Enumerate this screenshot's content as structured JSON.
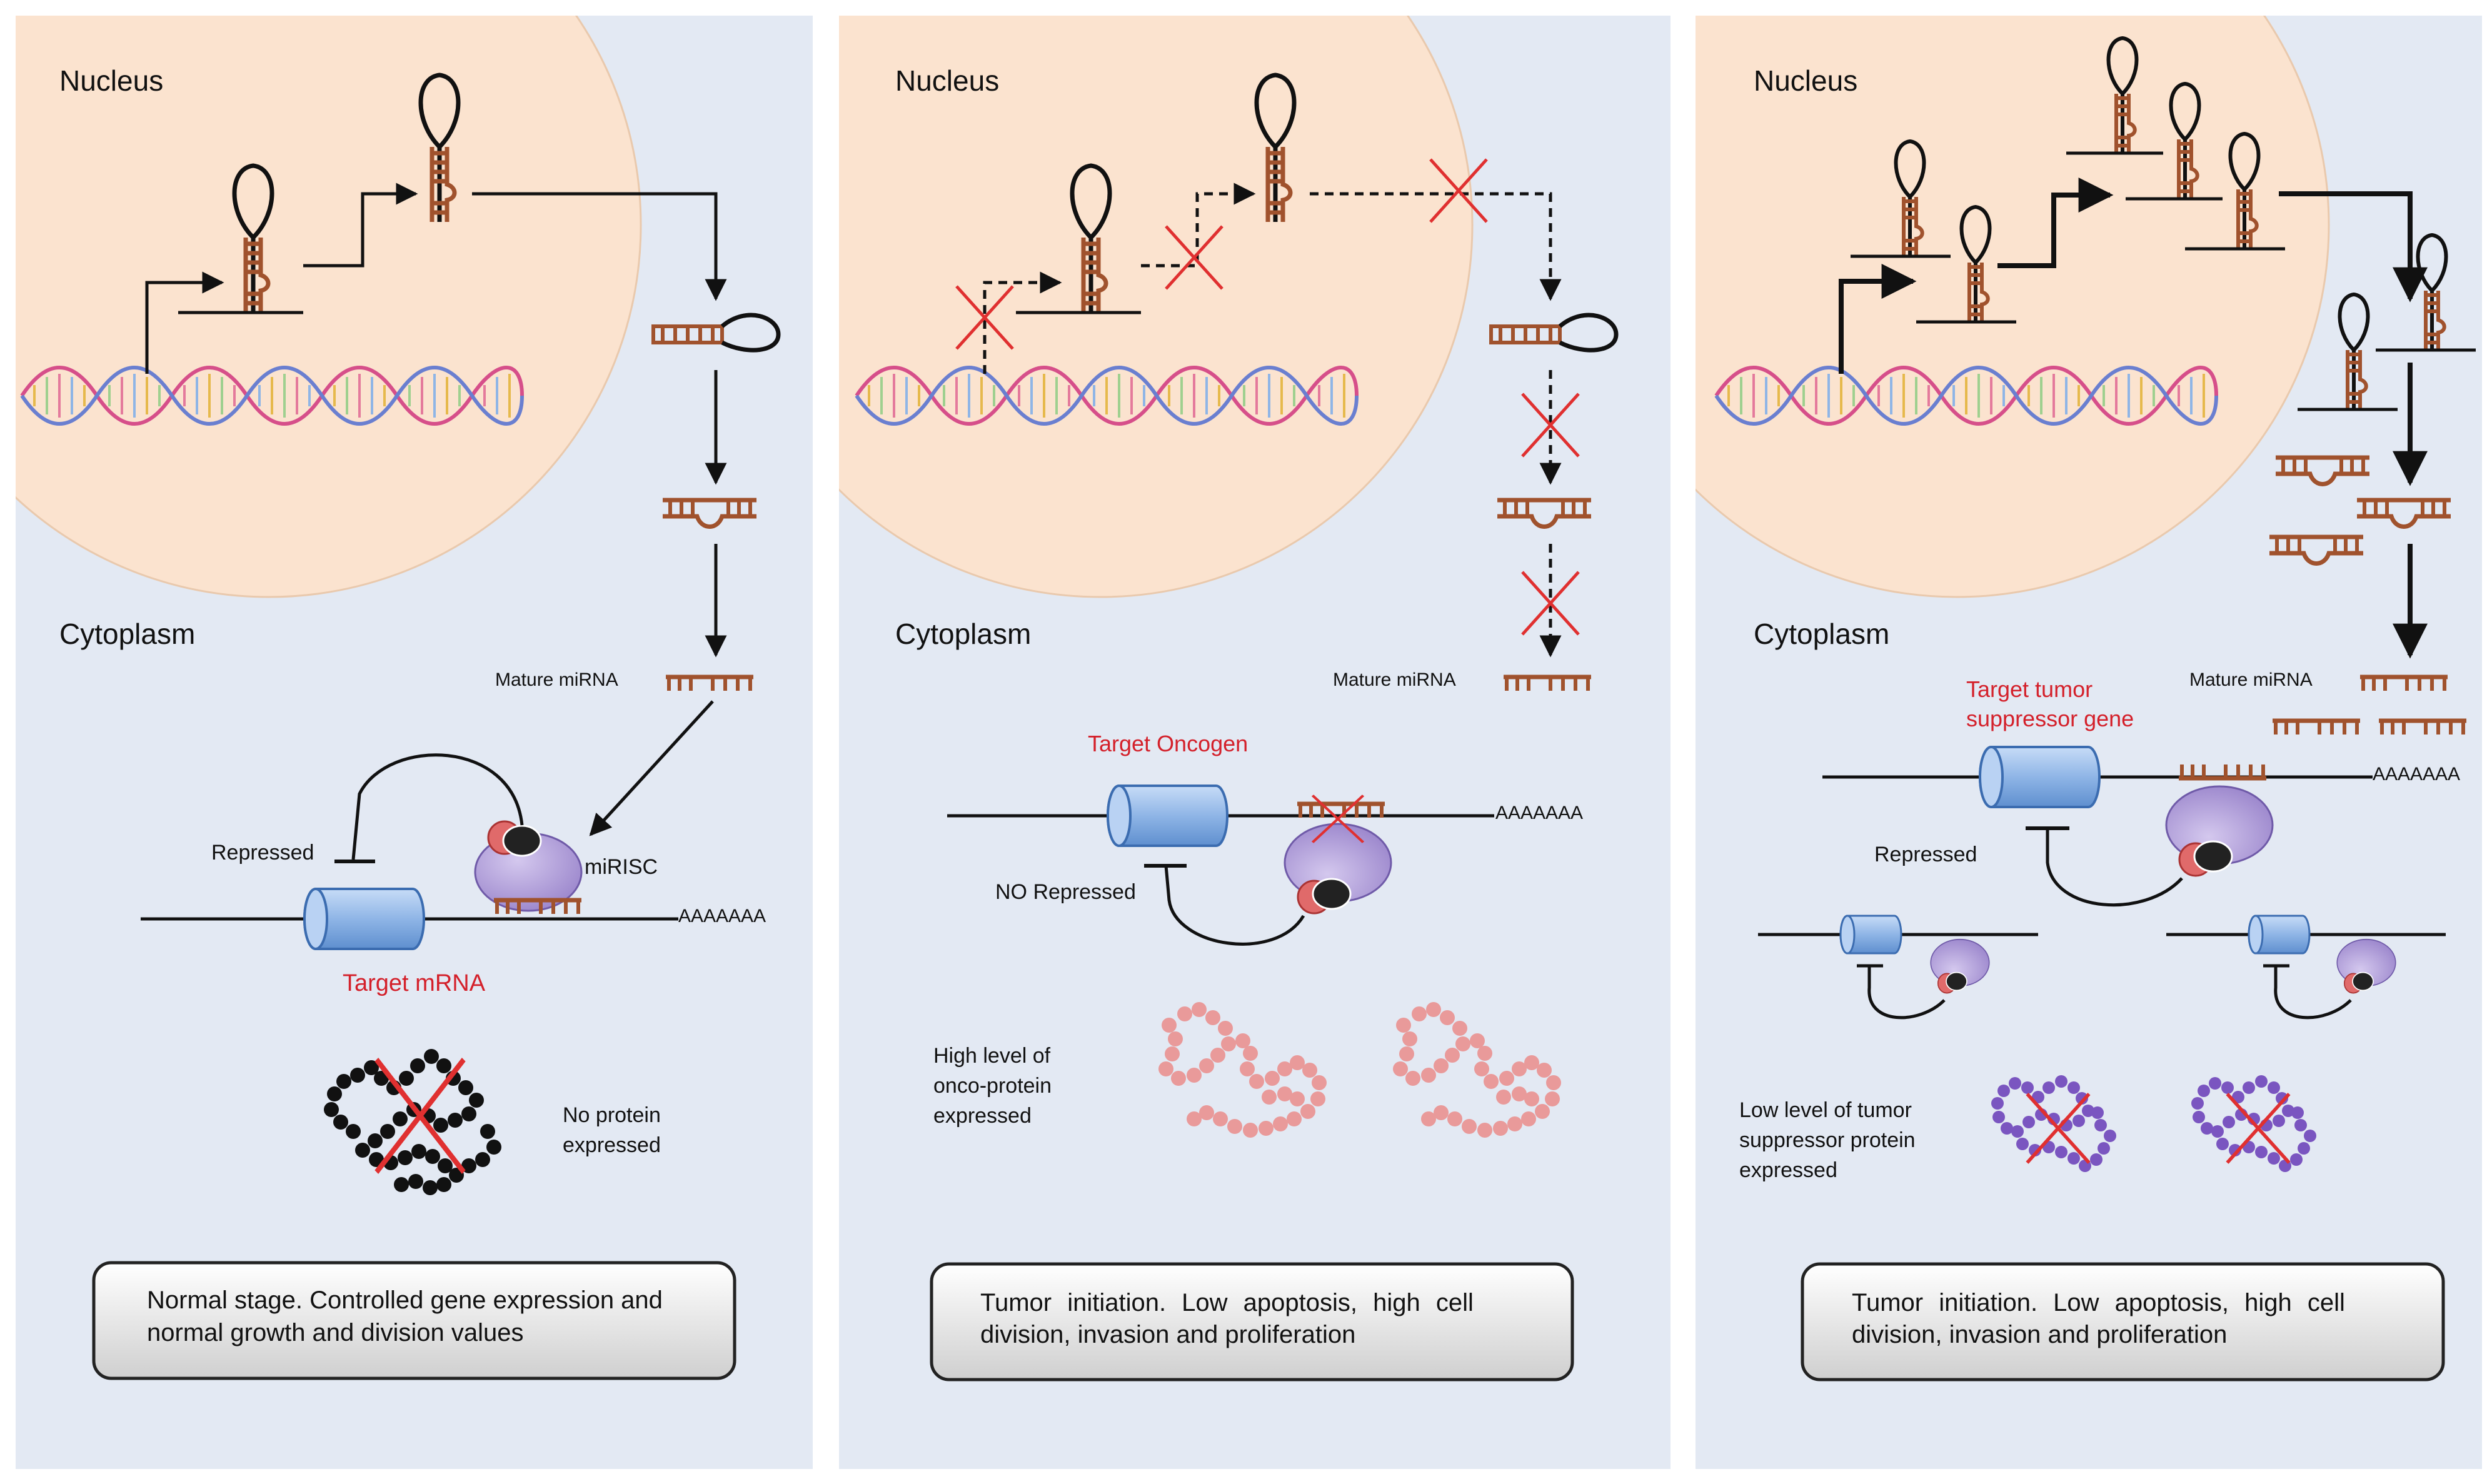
{
  "panels": [
    {
      "nucleus_label": "Nucleus",
      "cytoplasm_label": "Cytoplasm",
      "mature_label": "Mature miRNA",
      "mirisc_label": "miRISC",
      "repressed_label": "Repressed",
      "target_label": "Target mRNA",
      "polya": "AAAAAAA",
      "protein_label_1": "No protein",
      "protein_label_2": "expressed",
      "caption_1": "Normal stage. Controlled gene expression and",
      "caption_2": "normal growth and division values"
    },
    {
      "nucleus_label": "Nucleus",
      "cytoplasm_label": "Cytoplasm",
      "mature_label": "Mature miRNA",
      "target_label": "Target Oncogen",
      "polya": "AAAAAAA",
      "repressed_label": "NO Repressed",
      "protein_label_1": "High level of",
      "protein_label_2": "onco-protein",
      "protein_label_3": "expressed",
      "caption_1": "Tumor initiation. Low apoptosis, high cell",
      "caption_2": "division, invasion and proliferation"
    },
    {
      "nucleus_label": "Nucleus",
      "cytoplasm_label": "Cytoplasm",
      "mature_label": "Mature miRNA",
      "target_label_1": "Target tumor",
      "target_label_2": "suppressor gene",
      "polya": "AAAAAAA",
      "repressed_label": "Repressed",
      "protein_label_1": "Low level of tumor",
      "protein_label_2": "suppressor protein",
      "protein_label_3": "expressed",
      "caption_1": "Tumor initiation. Low apoptosis, high cell",
      "caption_2": "division, invasion and proliferation"
    }
  ],
  "colors": {
    "panel_bg": "#e3e9f3",
    "nucleus": "#fbe3cf",
    "mirna": "#a0522d",
    "gene": "#8fb5e6",
    "risc": "#a896d4",
    "red_x": "#e03030",
    "onco_protein": "#e99a9a",
    "tumor_protein": "#7a55c0"
  }
}
